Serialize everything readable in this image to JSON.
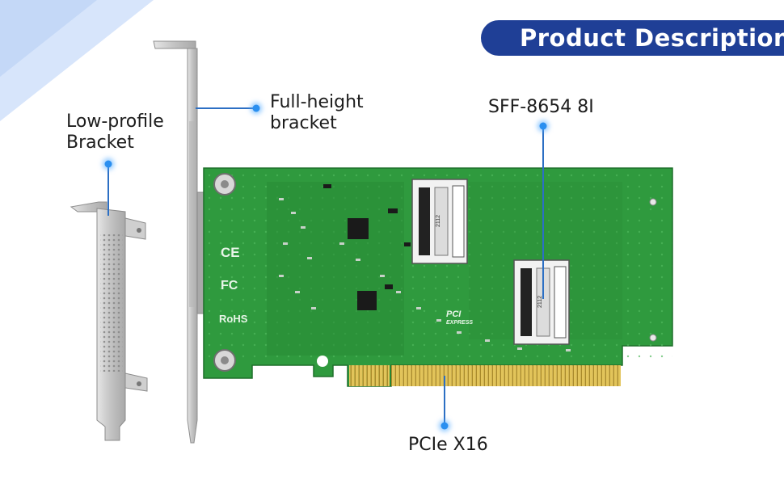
{
  "banner": {
    "title": "Product Description"
  },
  "callouts": {
    "low_profile": {
      "line1": "Low-profile",
      "line2": "Bracket"
    },
    "full_height": {
      "line1": "Full-height",
      "line2": "bracket"
    },
    "sff": {
      "label": "SFF-8654 8I"
    },
    "pcie": {
      "label": "PCIe X16"
    }
  },
  "board_markings": {
    "ce": "CE",
    "fc": "FC",
    "rohs": "RoHS",
    "pci": "PCI",
    "express": "EXPRESS",
    "connector_code": "2112"
  },
  "colors": {
    "banner": "#1f3f96",
    "pcb": "#2f9a3e",
    "pcb_dark": "#237d31",
    "gold_contacts": "#d9b84a",
    "metal": "#c9c9c9",
    "accent_dot": "#2a8ff0"
  }
}
